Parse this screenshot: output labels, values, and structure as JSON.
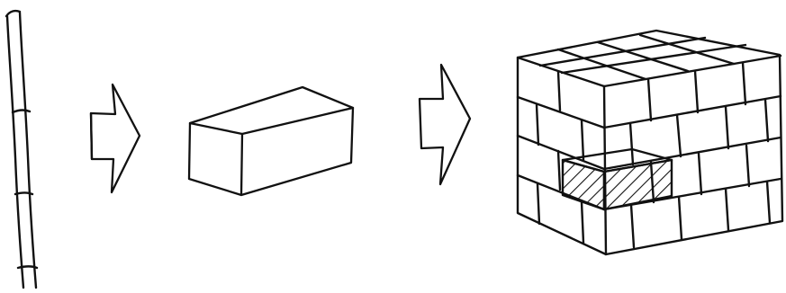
{
  "figure": {
    "background_color": "#ffffff",
    "ink_color": "#111111",
    "elements": [
      "bamboo-culm",
      "arrow-right",
      "single-block",
      "arrow-right",
      "block-wall-with-hatched-cutout"
    ]
  }
}
